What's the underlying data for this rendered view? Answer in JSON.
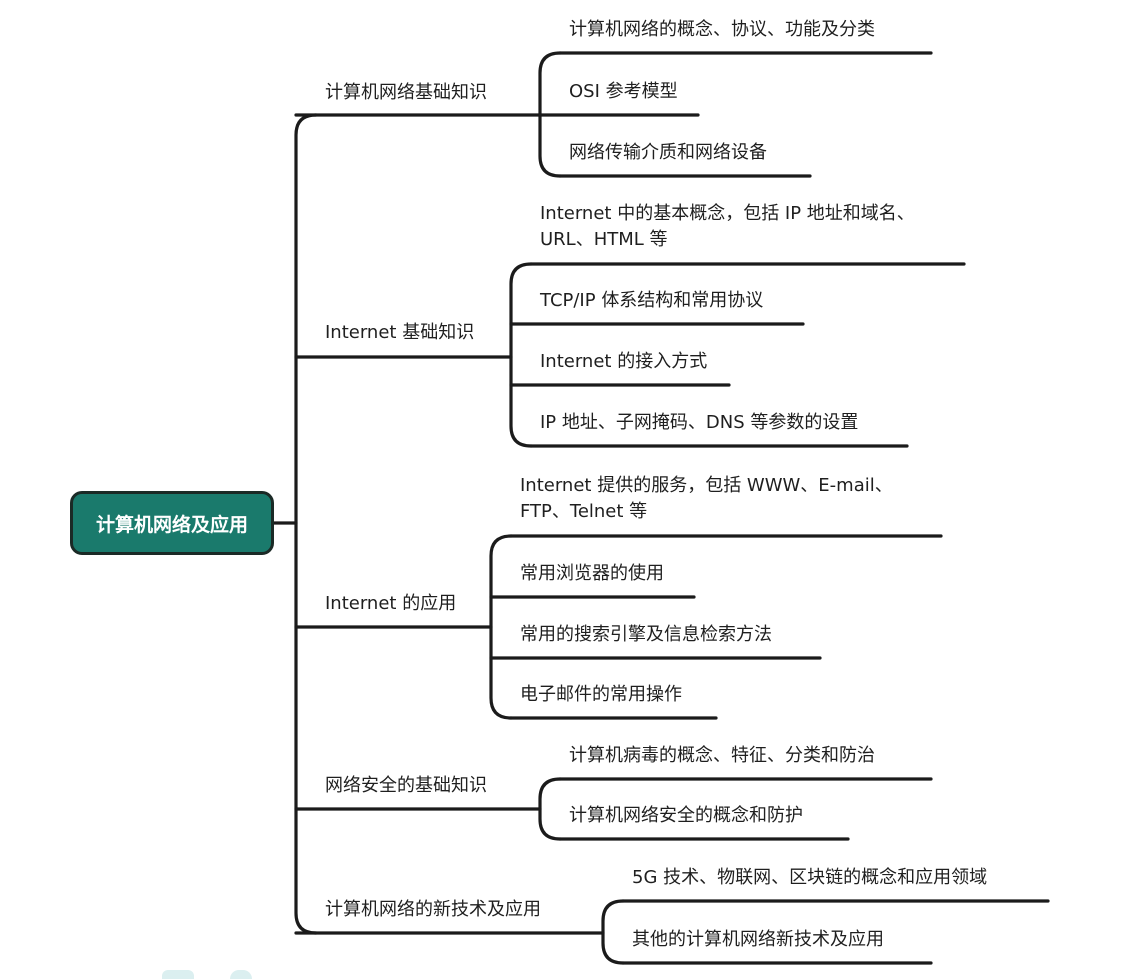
{
  "root": {
    "label": "计算机网络及应用"
  },
  "colors": {
    "line": "#1b1b1b",
    "root_fill": "#1a7a6c",
    "root_border": "#1b2a26",
    "root_text": "#ffffff"
  },
  "branches": [
    {
      "label": "计算机网络基础知识",
      "children": [
        "计算机网络的概念、协议、功能及分类",
        "OSI 参考模型",
        "网络传输介质和网络设备"
      ]
    },
    {
      "label": "Internet 基础知识",
      "children": [
        "Internet 中的基本概念，包括 IP 地址和域名、URL、HTML  等",
        "TCP/IP 体系结构和常用协议",
        "Internet 的接入方式",
        "IP 地址、子网掩码、DNS 等参数的设置"
      ]
    },
    {
      "label": "Internet 的应用",
      "children": [
        "Internet 提供的服务，包括 WWW、E-mail、FTP、Telnet 等",
        "常用浏览器的使用",
        "常用的搜索引擎及信息检索方法",
        "电子邮件的常用操作"
      ]
    },
    {
      "label": "网络安全的基础知识",
      "children": [
        "计算机病毒的概念、特征、分类和防治",
        "计算机网络安全的概念和防护"
      ]
    },
    {
      "label": "计算机网络的新技术及应用",
      "children": [
        "5G 技术、物联网、区块链的概念和应用领域",
        "其他的计算机网络新技术及应用"
      ]
    }
  ]
}
